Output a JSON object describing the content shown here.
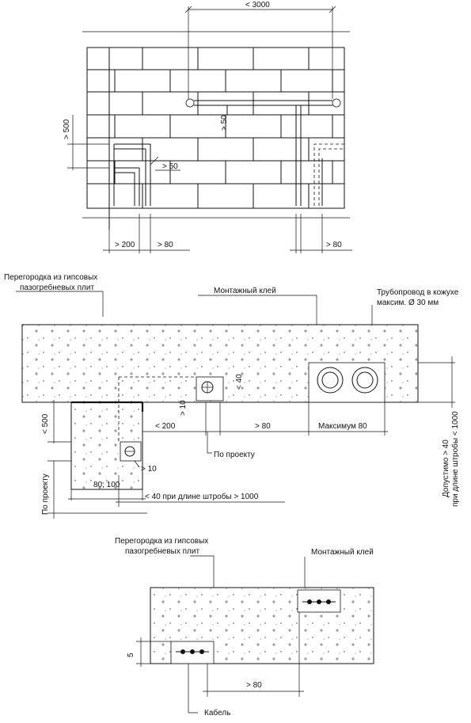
{
  "top": {
    "dim_3000": "< 3000",
    "dim_500": "> 500",
    "dim_50_right": "> 50",
    "dim_50_left": "> 50",
    "dim_200": "> 200",
    "dim_80_left": "> 80",
    "dim_80_right": "> 80"
  },
  "middle": {
    "label_partition_line1": "Перегородка из гипсовых",
    "label_partition_line2": "пазогребневых плит",
    "label_adhesive": "Монтажный клей",
    "label_pipe_line1": "Трубопровод в кожухе",
    "label_pipe_line2": "максим. Ø 30 мм",
    "dim_40": "< 40",
    "dim_10_vert": "> 10",
    "dim_200": "< 200",
    "dim_80": "> 80",
    "dim_max80": "Максимум 80",
    "label_by_project_right": "По проекту",
    "dim_500": "< 500",
    "dim_10": "> 10",
    "label_by_project_left": "По проекту",
    "dim_80_100": "80; 100",
    "dim_40_long": "< 40 при длине штробы > 1000",
    "label_allowed_line1": "Допустимо > 40",
    "label_allowed_line2": "при длине штробы < 1000"
  },
  "bottom": {
    "label_partition_line1": "Перегородка из гипсовых",
    "label_partition_line2": "пазогребневых плит",
    "label_adhesive": "Монтажный клей",
    "dim_5": "5",
    "dim_80": "> 80",
    "label_cable": "Кабель"
  }
}
